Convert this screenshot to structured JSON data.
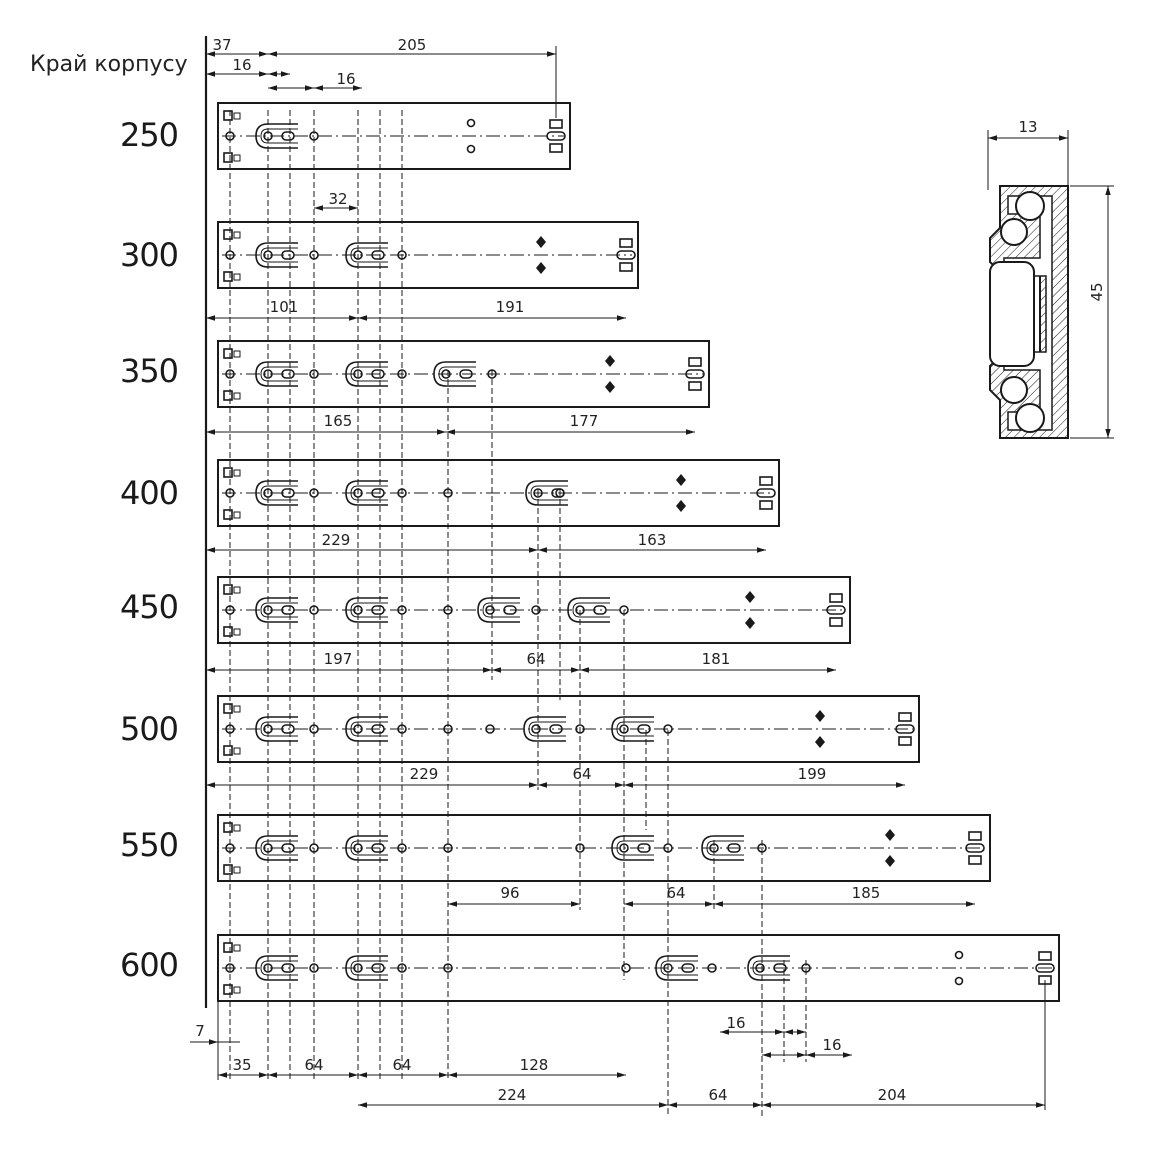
{
  "edge_label": "Край корпусу",
  "sizes": [
    "250",
    "300",
    "350",
    "400",
    "450",
    "500",
    "550",
    "600"
  ],
  "top_dims": [
    "37",
    "205",
    "16",
    "16"
  ],
  "row_dims": {
    "r300_above": "32",
    "r300_below": [
      "101",
      "191"
    ],
    "r350_below": [
      "165",
      "177"
    ],
    "r400_below": [
      "229",
      "163"
    ],
    "r450_below": [
      "197",
      "64",
      "181"
    ],
    "r500_below": [
      "229",
      "64",
      "199"
    ],
    "r550_below": [
      "96",
      "64",
      "185"
    ]
  },
  "bottom_dims": {
    "a": "7",
    "b": [
      "35",
      "64",
      "64",
      "128"
    ],
    "c": [
      "224",
      "64",
      "204"
    ],
    "d": [
      "16",
      "16"
    ]
  },
  "profile_dims": [
    "13",
    "45"
  ]
}
